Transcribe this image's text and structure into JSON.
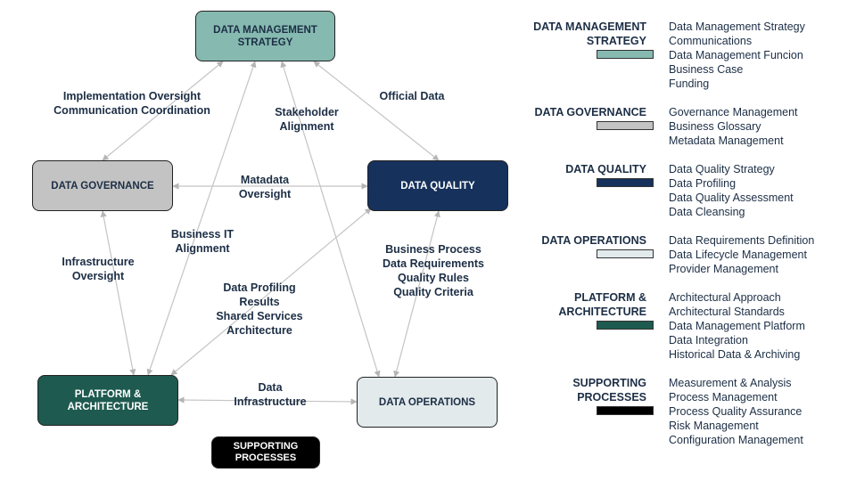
{
  "nodes": {
    "strategy": {
      "label": "DATA MANAGEMENT STRATEGY",
      "bg": "#86b9b0",
      "fg": "#1c2e45"
    },
    "governance": {
      "label": "DATA GOVERNANCE",
      "bg": "#c3c3c3",
      "fg": "#1c2e45"
    },
    "quality": {
      "label": "DATA QUALITY",
      "bg": "#16325c",
      "fg": "#ffffff"
    },
    "platform": {
      "label": "PLATFORM & ARCHITECTURE",
      "bg": "#1e5a4f",
      "fg": "#ffffff"
    },
    "operations": {
      "label": "DATA OPERATIONS",
      "bg": "#e2eaec",
      "fg": "#1c2e45"
    },
    "supporting": {
      "label": "SUPPORTING PROCESSES",
      "bg": "#000000",
      "fg": "#ffffff"
    }
  },
  "edges": {
    "impl_line1": "Implementation Oversight",
    "impl_line2": "Communication Coordination",
    "official": "Official Data",
    "stake_line1": "Stakeholder",
    "stake_line2": "Alignment",
    "meta_line1": "Matadata",
    "meta_line2": "Oversight",
    "bizit_line1": "Business IT",
    "bizit_line2": "Alignment",
    "infra_line1": "Infrastructure",
    "infra_line2": "Oversight",
    "bp_line1": "Business Process",
    "bp_line2": "Data Requirements",
    "bp_line3": "Quality Rules",
    "bp_line4": "Quality Criteria",
    "prof_line1": "Data Profiling",
    "prof_line2": "Results",
    "prof_line3": "Shared Services",
    "prof_line4": "Architecture",
    "di_line1": "Data",
    "di_line2": "Infrastructure"
  },
  "legend": [
    {
      "title": "DATA MANAGEMENT STRATEGY",
      "color": "#86b9b0",
      "items": [
        "Data Management Strategy",
        "Communications",
        "Data Management Funcion",
        "Business Case",
        "Funding"
      ]
    },
    {
      "title": "DATA GOVERNANCE",
      "color": "#c3c3c3",
      "items": [
        "Governance Management",
        "Business Glossary",
        "Metadata Management"
      ]
    },
    {
      "title": "DATA QUALITY",
      "color": "#16325c",
      "items": [
        "Data Quality Strategy",
        "Data Profiling",
        "Data Quality Assessment",
        "Data Cleansing"
      ]
    },
    {
      "title": "DATA OPERATIONS",
      "color": "#e2eaec",
      "items": [
        "Data Requirements Definition",
        "Data Lifecycle Management",
        "Provider Management"
      ]
    },
    {
      "title": "PLATFORM & ARCHITECTURE",
      "color": "#1e5a4f",
      "items": [
        "Architectural Approach",
        "Architectural Standards",
        "Data Management Platform",
        "Data Integration",
        "Historical Data & Archiving"
      ]
    },
    {
      "title": "SUPPORTING PROCESSES",
      "color": "#000000",
      "items": [
        "Measurement & Analysis",
        "Process Management",
        "Process Quality Assurance",
        "Risk Management",
        "Configuration Management"
      ]
    }
  ]
}
